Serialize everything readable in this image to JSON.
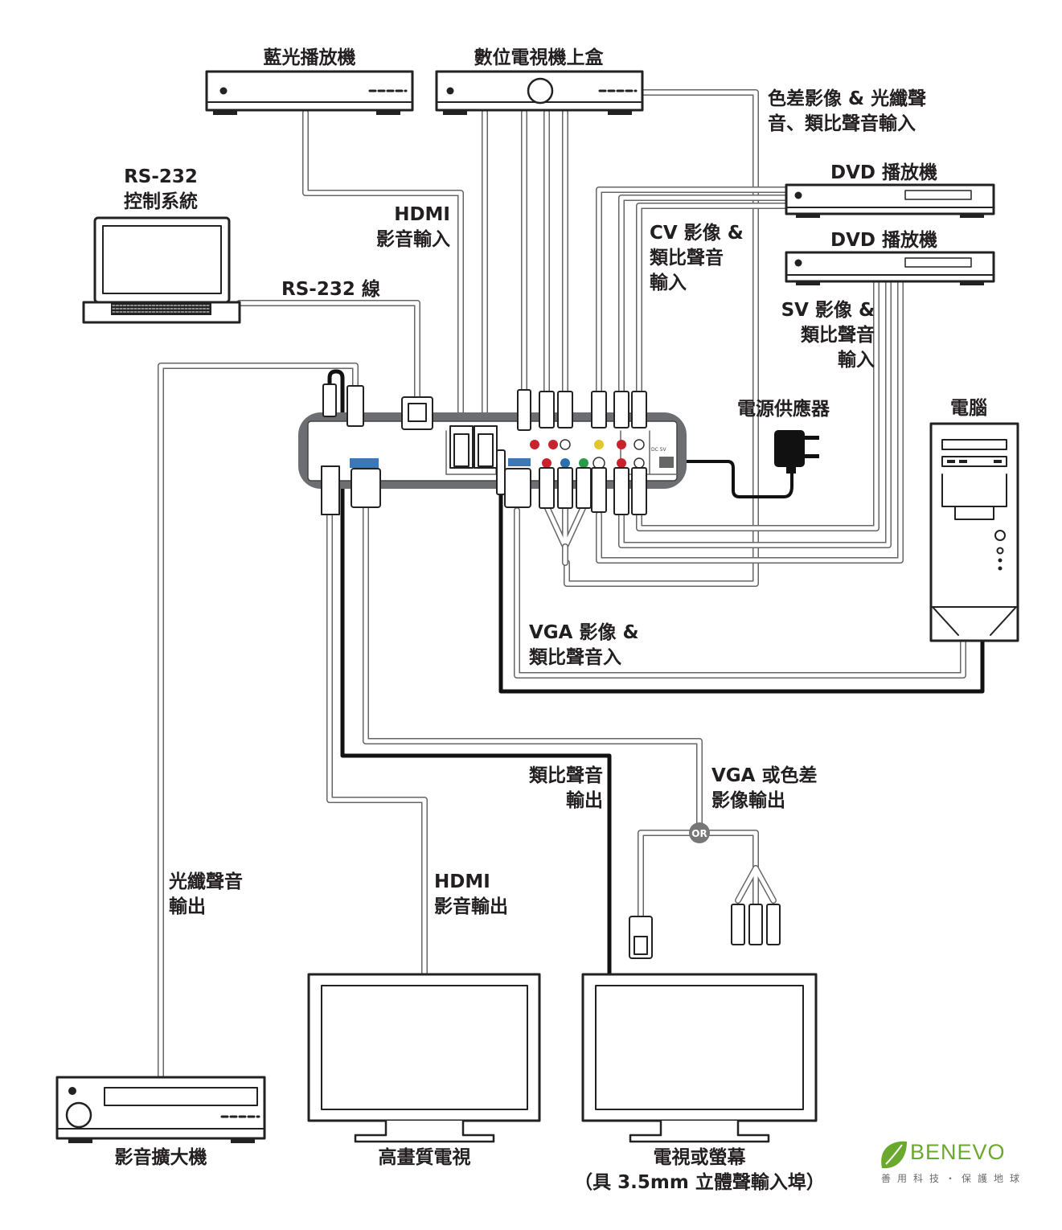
{
  "devices": {
    "bluray": "藍光播放機",
    "settop": "數位電視機上盒",
    "rs232_line1": "RS-232",
    "rs232_line2": "控制系統",
    "dvd1": "DVD 播放機",
    "dvd2": "DVD 播放機",
    "power": "電源供應器",
    "pc": "電腦",
    "amp": "影音擴大機",
    "hdtv": "高畫質電視",
    "monitor_line1": "電視或螢幕",
    "monitor_line2": "（具 3.5mm 立體聲輸入埠）"
  },
  "connections": {
    "component_line1": "色差影像 & 光纖聲",
    "component_line2": "音、類比聲音輸入",
    "hdmi_in_line1": "HDMI",
    "hdmi_in_line2": "影音輸入",
    "rs232_cable": "RS-232 線",
    "cv_line1": "CV 影像 &",
    "cv_line2": "類比聲音",
    "cv_line3": "輸入",
    "sv_line1": "SV 影像 &",
    "sv_line2": "類比聲音",
    "sv_line3": "輸入",
    "vga_in_line1": "VGA 影像 &",
    "vga_in_line2": "類比聲音入",
    "audio_out_line1": "類比聲音",
    "audio_out_line2": "輸出",
    "vga_out_line1": "VGA 或色差",
    "vga_out_line2": "影像輸出",
    "optical_out_line1": "光纖聲音",
    "optical_out_line2": "輸出",
    "hdmi_out_line1": "HDMI",
    "hdmi_out_line2": "影音輸出",
    "or_badge": "OR"
  },
  "brand": {
    "name": "BENEVO",
    "tagline": "善用科技・保護地球",
    "color": "#6aa82e"
  }
}
